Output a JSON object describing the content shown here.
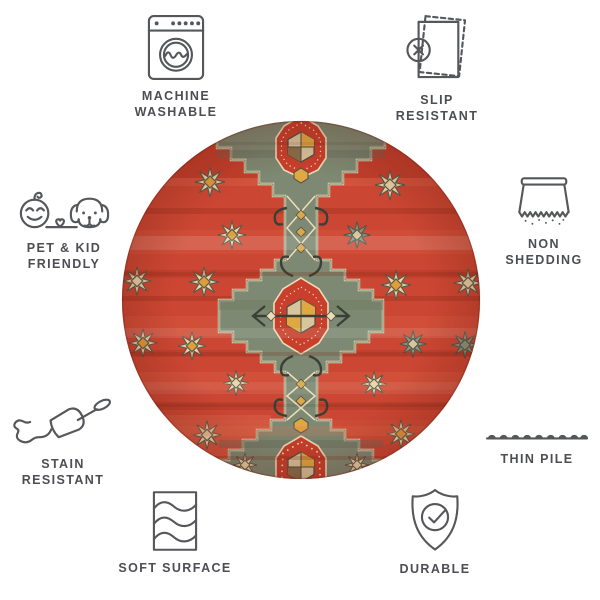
{
  "page": {
    "title": "Rug feature infographic",
    "background": "#ffffff"
  },
  "features": [
    {
      "id": "machine-washable",
      "label": "MACHINE\nWASHABLE",
      "icon": "washing-machine-icon"
    },
    {
      "id": "slip-resistant",
      "label": "SLIP\nRESISTANT",
      "icon": "slipping-sheet-icon"
    },
    {
      "id": "pet-kid-friendly",
      "label": "PET & KID\nFRIENDLY",
      "icon": "baby-and-dog-icon"
    },
    {
      "id": "non-shedding",
      "label": "NON\nSHEDDING",
      "icon": "rug-fringe-icon"
    },
    {
      "id": "stain-resistant",
      "label": "STAIN\nRESISTANT",
      "icon": "spilled-wine-glass-icon"
    },
    {
      "id": "thin-pile",
      "label": "THIN PILE",
      "icon": "thin-pile-loops-icon"
    },
    {
      "id": "soft-surface",
      "label": "SOFT SURFACE",
      "icon": "wavy-square-icon"
    },
    {
      "id": "durable",
      "label": "DURABLE",
      "icon": "shield-check-icon"
    }
  ],
  "rug": {
    "name": "vintage tribal medallion round rug",
    "shape": "round",
    "colors": {
      "field_red": "#cc4733",
      "dark_red": "#a23120",
      "medallion_sage": "#7d8972",
      "accent_cream": "#ecdcba",
      "accent_gold": "#e0a843",
      "accent_tan": "#d8c59c",
      "outline_dark": "#474f42"
    }
  },
  "text_style": {
    "label_color": "#4c4e52",
    "icon_stroke": "#55575a"
  }
}
